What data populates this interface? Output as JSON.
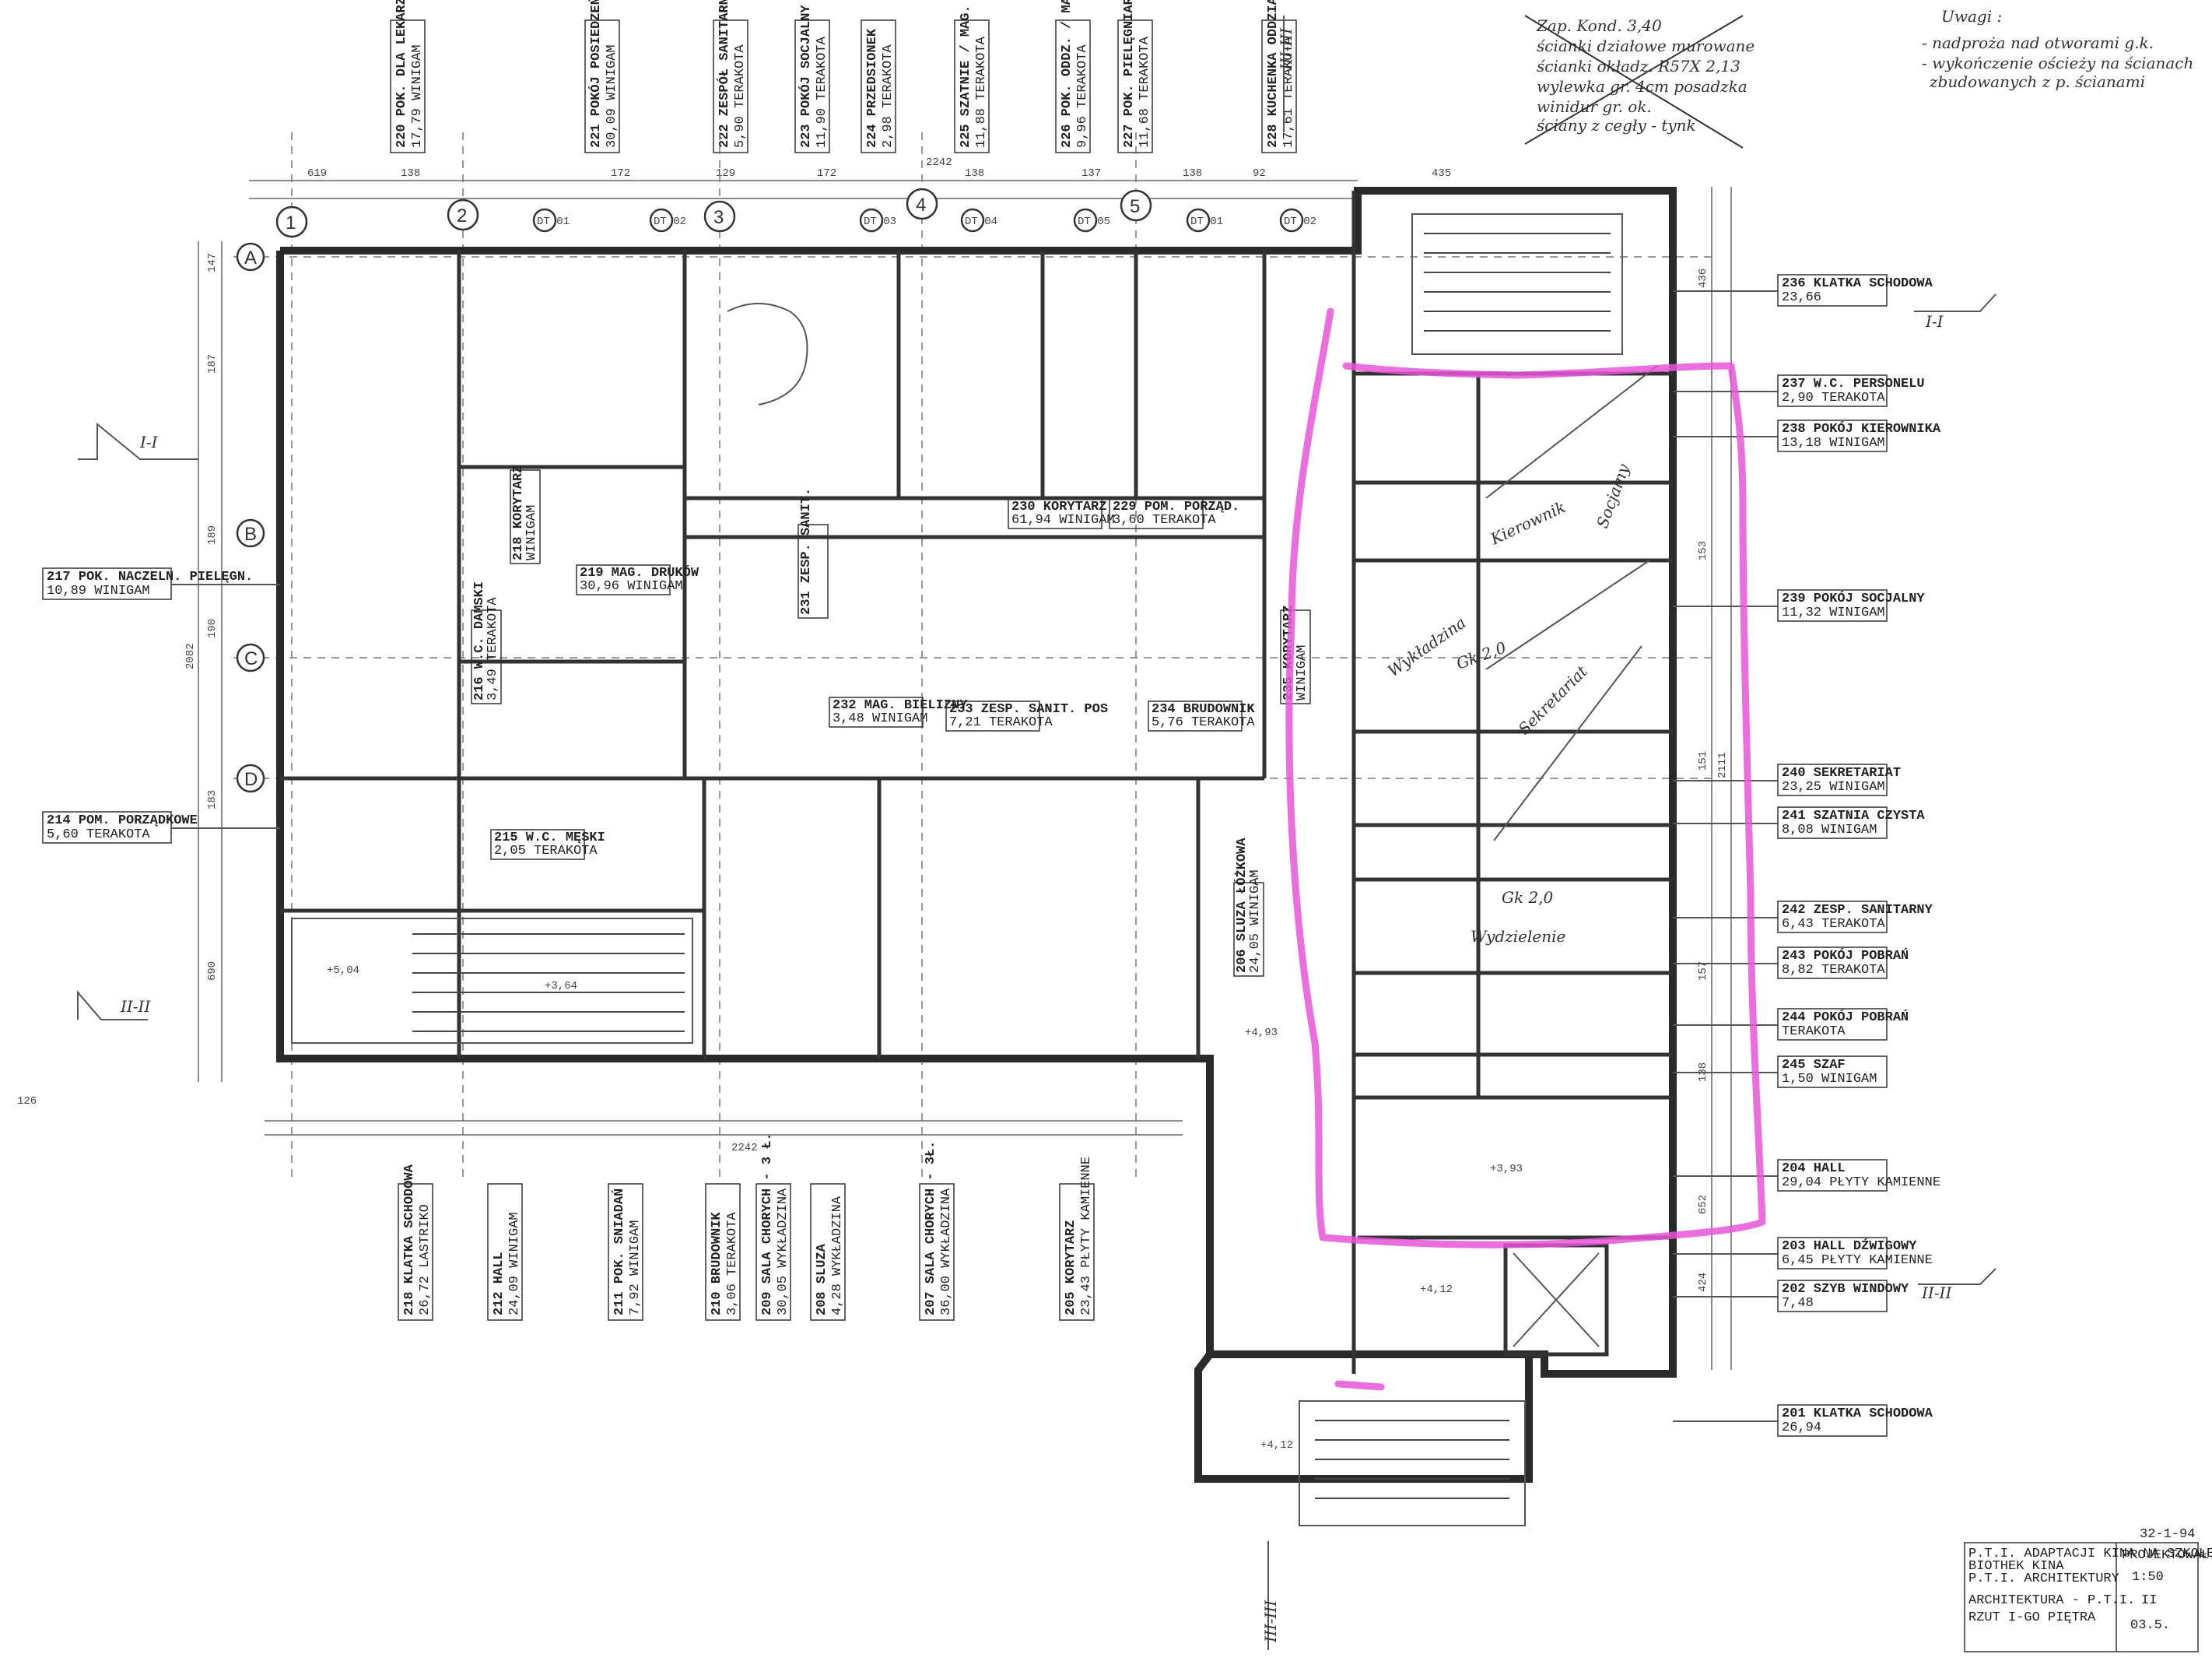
{
  "top_notes": {
    "line1": "Uwagi :",
    "line2": "- nadproża nad otworami g.k.",
    "line3": "- wykończenie ościeży na ścianach",
    "line4": "zbudowanych z p. ścianami"
  },
  "struck_note": {
    "line1": "Zap. Kond. 3,40",
    "line2": "ścianki działowe murowane",
    "line3": "ścianki okładz. R57X 2,13",
    "line4": "wylewka gr. 4cm posadzka",
    "line5": "winidur gr. ok.",
    "line6": "ściany z cegły - tynk"
  },
  "sections": {
    "s1_left": "I-I",
    "s1_right": "I-I",
    "s2_left": "II-II",
    "s2_right": "II-II",
    "s3_top": "III-III",
    "s3_bottom": "III-III"
  },
  "axis_numbers": [
    "1",
    "2",
    "3",
    "4",
    "5"
  ],
  "axis_letters": [
    "A",
    "B",
    "C",
    "D"
  ],
  "rooms_top": [
    {
      "no": "220",
      "name": "POK. DLA LEKARZA",
      "area": "17,79",
      "floor": "WINIGAM"
    },
    {
      "no": "221",
      "name": "POKÓJ POSIEDZEŃ",
      "area": "30,09",
      "floor": "WINIGAM"
    },
    {
      "no": "222",
      "name": "ZESPÓŁ SANITARNY",
      "area": "5,90",
      "floor": "TERAKOTA"
    },
    {
      "no": "223",
      "name": "POKÓJ SOCJALNY",
      "area": "11,90",
      "floor": "TERAKOTA"
    },
    {
      "no": "224",
      "name": "PRZEDSIONEK",
      "area": "2,98",
      "floor": "TERAKOTA"
    },
    {
      "no": "225",
      "name": "SZATNIE / MAG. POŚC.",
      "area": "11,88",
      "floor": "TERAKOTA"
    },
    {
      "no": "226",
      "name": "POK. ODDZ. / MAG. LEK.",
      "area": "9,96",
      "floor": "TERAKOTA"
    },
    {
      "no": "227",
      "name": "POK. PIELĘGNIARKI",
      "area": "11,68",
      "floor": "TERAKOTA"
    },
    {
      "no": "228",
      "name": "KUCHENKA ODDZIAŁ",
      "area": "17,61",
      "floor": "TERAKOTA"
    }
  ],
  "rooms_bottom": [
    {
      "no": "218",
      "name": "KLATKA SCHODOWA",
      "area": "26,72",
      "floor": "LASTRIKO"
    },
    {
      "no": "212",
      "name": "HALL",
      "area": "24,09",
      "floor": "WINIGAM"
    },
    {
      "no": "211",
      "name": "POK. SNIADAŃ",
      "area": "7,92",
      "floor": "WINIGAM"
    },
    {
      "no": "210",
      "name": "BRUDOWNIK",
      "area": "3,06",
      "floor": "TERAKOTA"
    },
    {
      "no": "209",
      "name": "SALA CHORYCH - 3 Ł.",
      "area": "30,05",
      "floor": "WYKŁADZINA"
    },
    {
      "no": "208",
      "name": "SLUZA",
      "area": "4,28",
      "floor": "WYKŁADZINA"
    },
    {
      "no": "207",
      "name": "SALA CHORYCH - 3Ł.",
      "area": "36,00",
      "floor": "WYKŁADZINA"
    },
    {
      "no": "205",
      "name": "KORYTARZ",
      "area": "23,43",
      "floor": "PŁYTY KAMIENNE"
    }
  ],
  "rooms_left": [
    {
      "no": "217",
      "name": "POK. NACZELN. PIELĘGN.",
      "area": "10,89",
      "floor": "WINIGAM"
    },
    {
      "no": "214",
      "name": "POM. PORZĄDKOWE",
      "area": "5,60",
      "floor": "TERAKOTA"
    }
  ],
  "rooms_right": [
    {
      "no": "236",
      "name": "KLATKA SCHODOWA",
      "area": "23,66",
      "floor": ""
    },
    {
      "no": "237",
      "name": "W.C. PERSONELU",
      "area": "2,90",
      "floor": "TERAKOTA"
    },
    {
      "no": "238",
      "name": "POKÓJ KIEROWNIKA",
      "area": "13,18",
      "floor": "WINIGAM"
    },
    {
      "no": "239",
      "name": "POKÓJ SOCJALNY",
      "area": "11,32",
      "floor": "WINIGAM"
    },
    {
      "no": "240",
      "name": "SEKRETARIAT",
      "area": "23,25",
      "floor": "WINIGAM"
    },
    {
      "no": "241",
      "name": "SZATNIA CZYSTA",
      "area": "8,08",
      "floor": "WINIGAM"
    },
    {
      "no": "242",
      "name": "ZESP. SANITARNY",
      "area": "6,43",
      "floor": "TERAKOTA"
    },
    {
      "no": "243",
      "name": "POKÓJ POBRAŃ",
      "area": "8,82",
      "floor": "TERAKOTA"
    },
    {
      "no": "244",
      "name": "POKÓJ POBRAŃ",
      "area": "",
      "floor": "TERAKOTA"
    },
    {
      "no": "245",
      "name": "SZAF",
      "area": "1,50",
      "floor": "WINIGAM"
    },
    {
      "no": "204",
      "name": "HALL",
      "area": "29,04",
      "floor": "PŁYTY KAMIENNE"
    },
    {
      "no": "203",
      "name": "HALL DŹWIGOWY",
      "area": "6,45",
      "floor": "PŁYTY KAMIENNE"
    },
    {
      "no": "202",
      "name": "SZYB WINDOWY",
      "area": "7,48",
      "floor": ""
    },
    {
      "no": "201",
      "name": "KLATKA SCHODOWA",
      "area": "26,94",
      "floor": ""
    }
  ],
  "rooms_inner": [
    {
      "no": "219",
      "name": "MAG. DRUKÓW",
      "area": "30,96",
      "floor": "WINIGAM"
    },
    {
      "no": "218",
      "name": "KORYTARZ",
      "area": "",
      "floor": "WINIGAM"
    },
    {
      "no": "216",
      "name": "W.C. DAMSKI",
      "area": "3,49",
      "floor": "TERAKOTA"
    },
    {
      "no": "215",
      "name": "W.C. MĘSKI",
      "area": "2,05",
      "floor": "TERAKOTA"
    },
    {
      "no": "230",
      "name": "KORYTARZ",
      "area": "61,94",
      "floor": "WINIGAM"
    },
    {
      "no": "229",
      "name": "POM. PORZĄD.",
      "area": "3,60",
      "floor": "TERAKOTA"
    },
    {
      "no": "232",
      "name": "MAG. BIELIZNY",
      "area": "3,48",
      "floor": "WINIGAM"
    },
    {
      "no": "233",
      "name": "ZESP. SANIT. POS",
      "area": "7,21",
      "floor": "TERAKOTA"
    },
    {
      "no": "234",
      "name": "BRUDOWNIK",
      "area": "5,76",
      "floor": "TERAKOTA"
    },
    {
      "no": "231",
      "name": "ZESP. SANIT.",
      "area": "",
      "floor": ""
    },
    {
      "no": "235",
      "name": "KORYTARZ",
      "area": "",
      "floor": "WINIGAM"
    },
    {
      "no": "206",
      "name": "SLUZA ŁÓŻKOWA",
      "area": "24,05",
      "floor": "WINIGAM"
    }
  ],
  "dim_texts": {
    "top_total": "2242",
    "bottom_total": "2242",
    "left_total": "2082",
    "right_total": "2111",
    "d1": "619",
    "d2": "138",
    "d3": "172",
    "d4": "129",
    "d5": "172",
    "d6": "138",
    "d7": "137",
    "d8": "138",
    "d9": "92",
    "d10": "435",
    "r1": "436",
    "r2": "153",
    "r3": "151",
    "r4": "157",
    "r5": "138",
    "r6": "652",
    "r7": "424",
    "l1": "147",
    "l2": "187",
    "l3": "189",
    "l4": "190",
    "l5": "183",
    "l6": "690"
  },
  "level_marks": {
    "m1": "+5,04",
    "m2": "+3,64",
    "m3": "+4,12",
    "m4": "+4,12",
    "m5": "+3,93",
    "m6": "+4,93"
  },
  "door_codes": [
    "DT 01",
    "DT 02",
    "DT 03",
    "DT 04",
    "DT 05"
  ],
  "handwriting": {
    "h1": "Kierownik",
    "h2": "Socjalny",
    "h3": "Sekretariat",
    "h4": "Wykładzina",
    "h5": "Wydzielenie",
    "h6": "Gk 2,0",
    "h7": "Gk 2,0"
  },
  "margin_mark": "126",
  "title_block": {
    "project": "P.T.I. ADAPTACJI KINA NA SZKOŁĘ DZIALU I ODDZ.",
    "company": "BIOTHEK KINA",
    "branch": "P.T.I. ARCHITEKTURY",
    "discipline": "ARCHITEKTURA - P.T.I.",
    "sheet_title": "RZUT I-GO PIĘTRA",
    "scale": "1:50",
    "date": "32-1-94",
    "sheet_no": "II",
    "revision": "03.5.",
    "designer_label": "PROJEKTOWAŁ"
  }
}
